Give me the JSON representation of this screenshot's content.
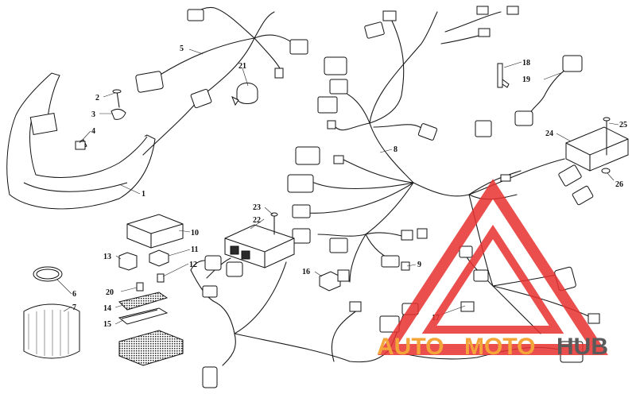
{
  "callouts": [
    {
      "id": "1",
      "text": "1"
    },
    {
      "id": "2",
      "text": "2"
    },
    {
      "id": "3",
      "text": "3"
    },
    {
      "id": "4",
      "text": "4"
    },
    {
      "id": "5",
      "text": "5"
    },
    {
      "id": "6",
      "text": "6"
    },
    {
      "id": "7",
      "text": "7"
    },
    {
      "id": "8",
      "text": "8"
    },
    {
      "id": "9",
      "text": "9"
    },
    {
      "id": "10",
      "text": "10"
    },
    {
      "id": "11",
      "text": "11"
    },
    {
      "id": "12",
      "text": "12"
    },
    {
      "id": "13",
      "text": "13"
    },
    {
      "id": "14",
      "text": "14"
    },
    {
      "id": "15",
      "text": "15"
    },
    {
      "id": "16",
      "text": "16"
    },
    {
      "id": "17",
      "text": "17"
    },
    {
      "id": "18",
      "text": "18"
    },
    {
      "id": "19",
      "text": "19"
    },
    {
      "id": "20",
      "text": "20"
    },
    {
      "id": "21",
      "text": "21"
    },
    {
      "id": "22",
      "text": "22"
    },
    {
      "id": "23",
      "text": "23"
    },
    {
      "id": "24",
      "text": "24"
    },
    {
      "id": "25",
      "text": "25"
    },
    {
      "id": "26",
      "text": "26"
    }
  ],
  "watermark": {
    "part1": "AUTO",
    "part2": "MOTO",
    "part3": "HUB",
    "color_orange": "#f4a53a",
    "color_red": "#e8312f",
    "color_dark": "#5a5a5a"
  }
}
